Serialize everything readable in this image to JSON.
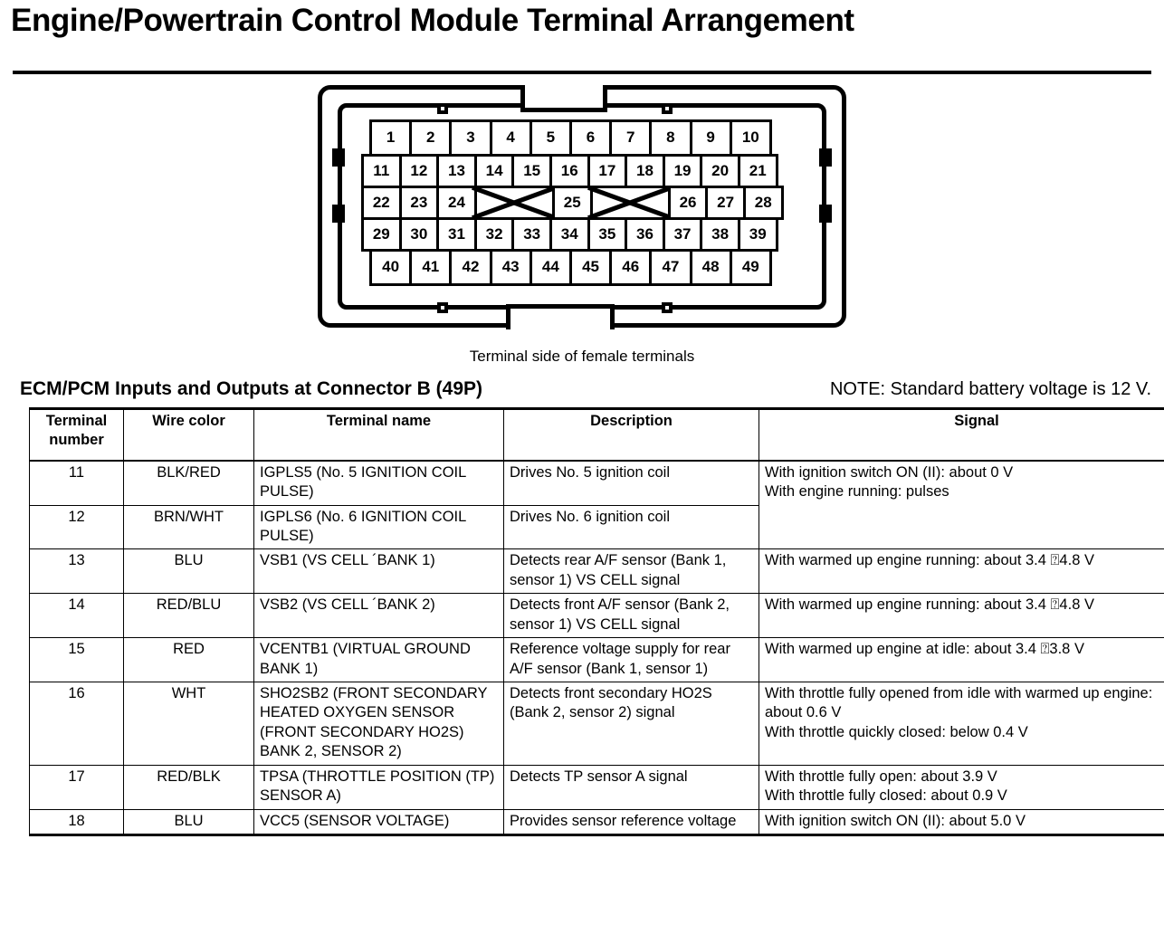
{
  "page_title": "Engine/Powertrain Control Module Terminal Arrangement",
  "diagram": {
    "caption": "Terminal side of female terminals",
    "rows": [
      {
        "name": "row-1",
        "cells": [
          "1",
          "2",
          "3",
          "4",
          "5",
          "6",
          "7",
          "8",
          "9",
          "10"
        ]
      },
      {
        "name": "row-2",
        "cells": [
          "11",
          "12",
          "13",
          "14",
          "15",
          "16",
          "17",
          "18",
          "19",
          "20",
          "21"
        ]
      },
      {
        "name": "row-3",
        "cells": [
          "22",
          "23",
          "24",
          "X",
          "25",
          "X",
          "26",
          "27",
          "28"
        ]
      },
      {
        "name": "row-4",
        "cells": [
          "29",
          "30",
          "31",
          "32",
          "33",
          "34",
          "35",
          "36",
          "37",
          "38",
          "39"
        ]
      },
      {
        "name": "row-5",
        "cells": [
          "40",
          "41",
          "42",
          "43",
          "44",
          "45",
          "46",
          "47",
          "48",
          "49"
        ]
      }
    ]
  },
  "section": {
    "title": "ECM/PCM Inputs and Outputs at Connector B (49P)",
    "note": "NOTE: Standard battery voltage is 12 V."
  },
  "table": {
    "headers": {
      "terminal_number": "Terminal\nnumber",
      "terminal_number_l1": "Terminal",
      "terminal_number_l2": "number",
      "wire_color": "Wire color",
      "terminal_name": "Terminal name",
      "description": "Description",
      "signal": "Signal"
    },
    "rows": [
      {
        "number": "11",
        "wire_color": "BLK/RED",
        "terminal_name": "IGPLS5 (No. 5 IGNITION COIL PULSE)",
        "description": "Drives No. 5 ignition coil",
        "signal_lines": [
          "With ignition switch ON (II): about 0 V",
          "With engine running: pulses"
        ],
        "signal_rowspan": 2
      },
      {
        "number": "12",
        "wire_color": "BRN/WHT",
        "terminal_name": "IGPLS6 (No. 6 IGNITION COIL PULSE)",
        "description": "Drives No. 6 ignition coil",
        "signal_lines": [],
        "signal_rowspan": 0
      },
      {
        "number": "13",
        "wire_color": "BLU",
        "terminal_name": "VSB1 (VS CELL ´BANK 1)",
        "description": "Detects rear A/F sensor (Bank 1, sensor 1) VS CELL signal",
        "signal_lines": [
          "With warmed up engine running: about 3.4   ⍰4.8 V"
        ],
        "signal_rowspan": 1
      },
      {
        "number": "14",
        "wire_color": "RED/BLU",
        "terminal_name": "VSB2 (VS CELL ´BANK 2)",
        "description": "Detects front A/F sensor (Bank 2, sensor 1) VS CELL signal",
        "signal_lines": [
          "With warmed up engine running: about 3.4   ⍰4.8 V"
        ],
        "signal_rowspan": 1
      },
      {
        "number": "15",
        "wire_color": "RED",
        "terminal_name": "VCENTB1 (VIRTUAL GROUND BANK 1)",
        "description": "Reference voltage supply for rear A/F sensor (Bank 1, sensor 1)",
        "signal_lines": [
          "With warmed up engine at idle: about 3.4   ⍰3.8 V"
        ],
        "signal_rowspan": 1
      },
      {
        "number": "16",
        "wire_color": "WHT",
        "terminal_name": "SHO2SB2 (FRONT SECONDARY HEATED OXYGEN SENSOR (FRONT SECONDARY HO2S) BANK 2, SENSOR 2)",
        "description": "Detects front secondary HO2S (Bank 2, sensor 2) signal",
        "signal_lines": [
          "With throttle fully opened from idle with warmed up engine: about 0.6 V",
          "With throttle quickly closed: below 0.4 V"
        ],
        "signal_rowspan": 1
      },
      {
        "number": "17",
        "wire_color": "RED/BLK",
        "terminal_name": "TPSA (THROTTLE POSITION (TP) SENSOR A)",
        "description": "Detects TP sensor A signal",
        "signal_lines": [
          "With throttle fully open: about 3.9 V",
          "With throttle fully closed: about 0.9 V"
        ],
        "signal_rowspan": 1
      },
      {
        "number": "18",
        "wire_color": "BLU",
        "terminal_name": "VCC5 (SENSOR VOLTAGE)",
        "description": "Provides sensor reference voltage",
        "signal_lines": [
          "With ignition switch ON (II): about 5.0 V"
        ],
        "signal_rowspan": 1
      }
    ]
  }
}
